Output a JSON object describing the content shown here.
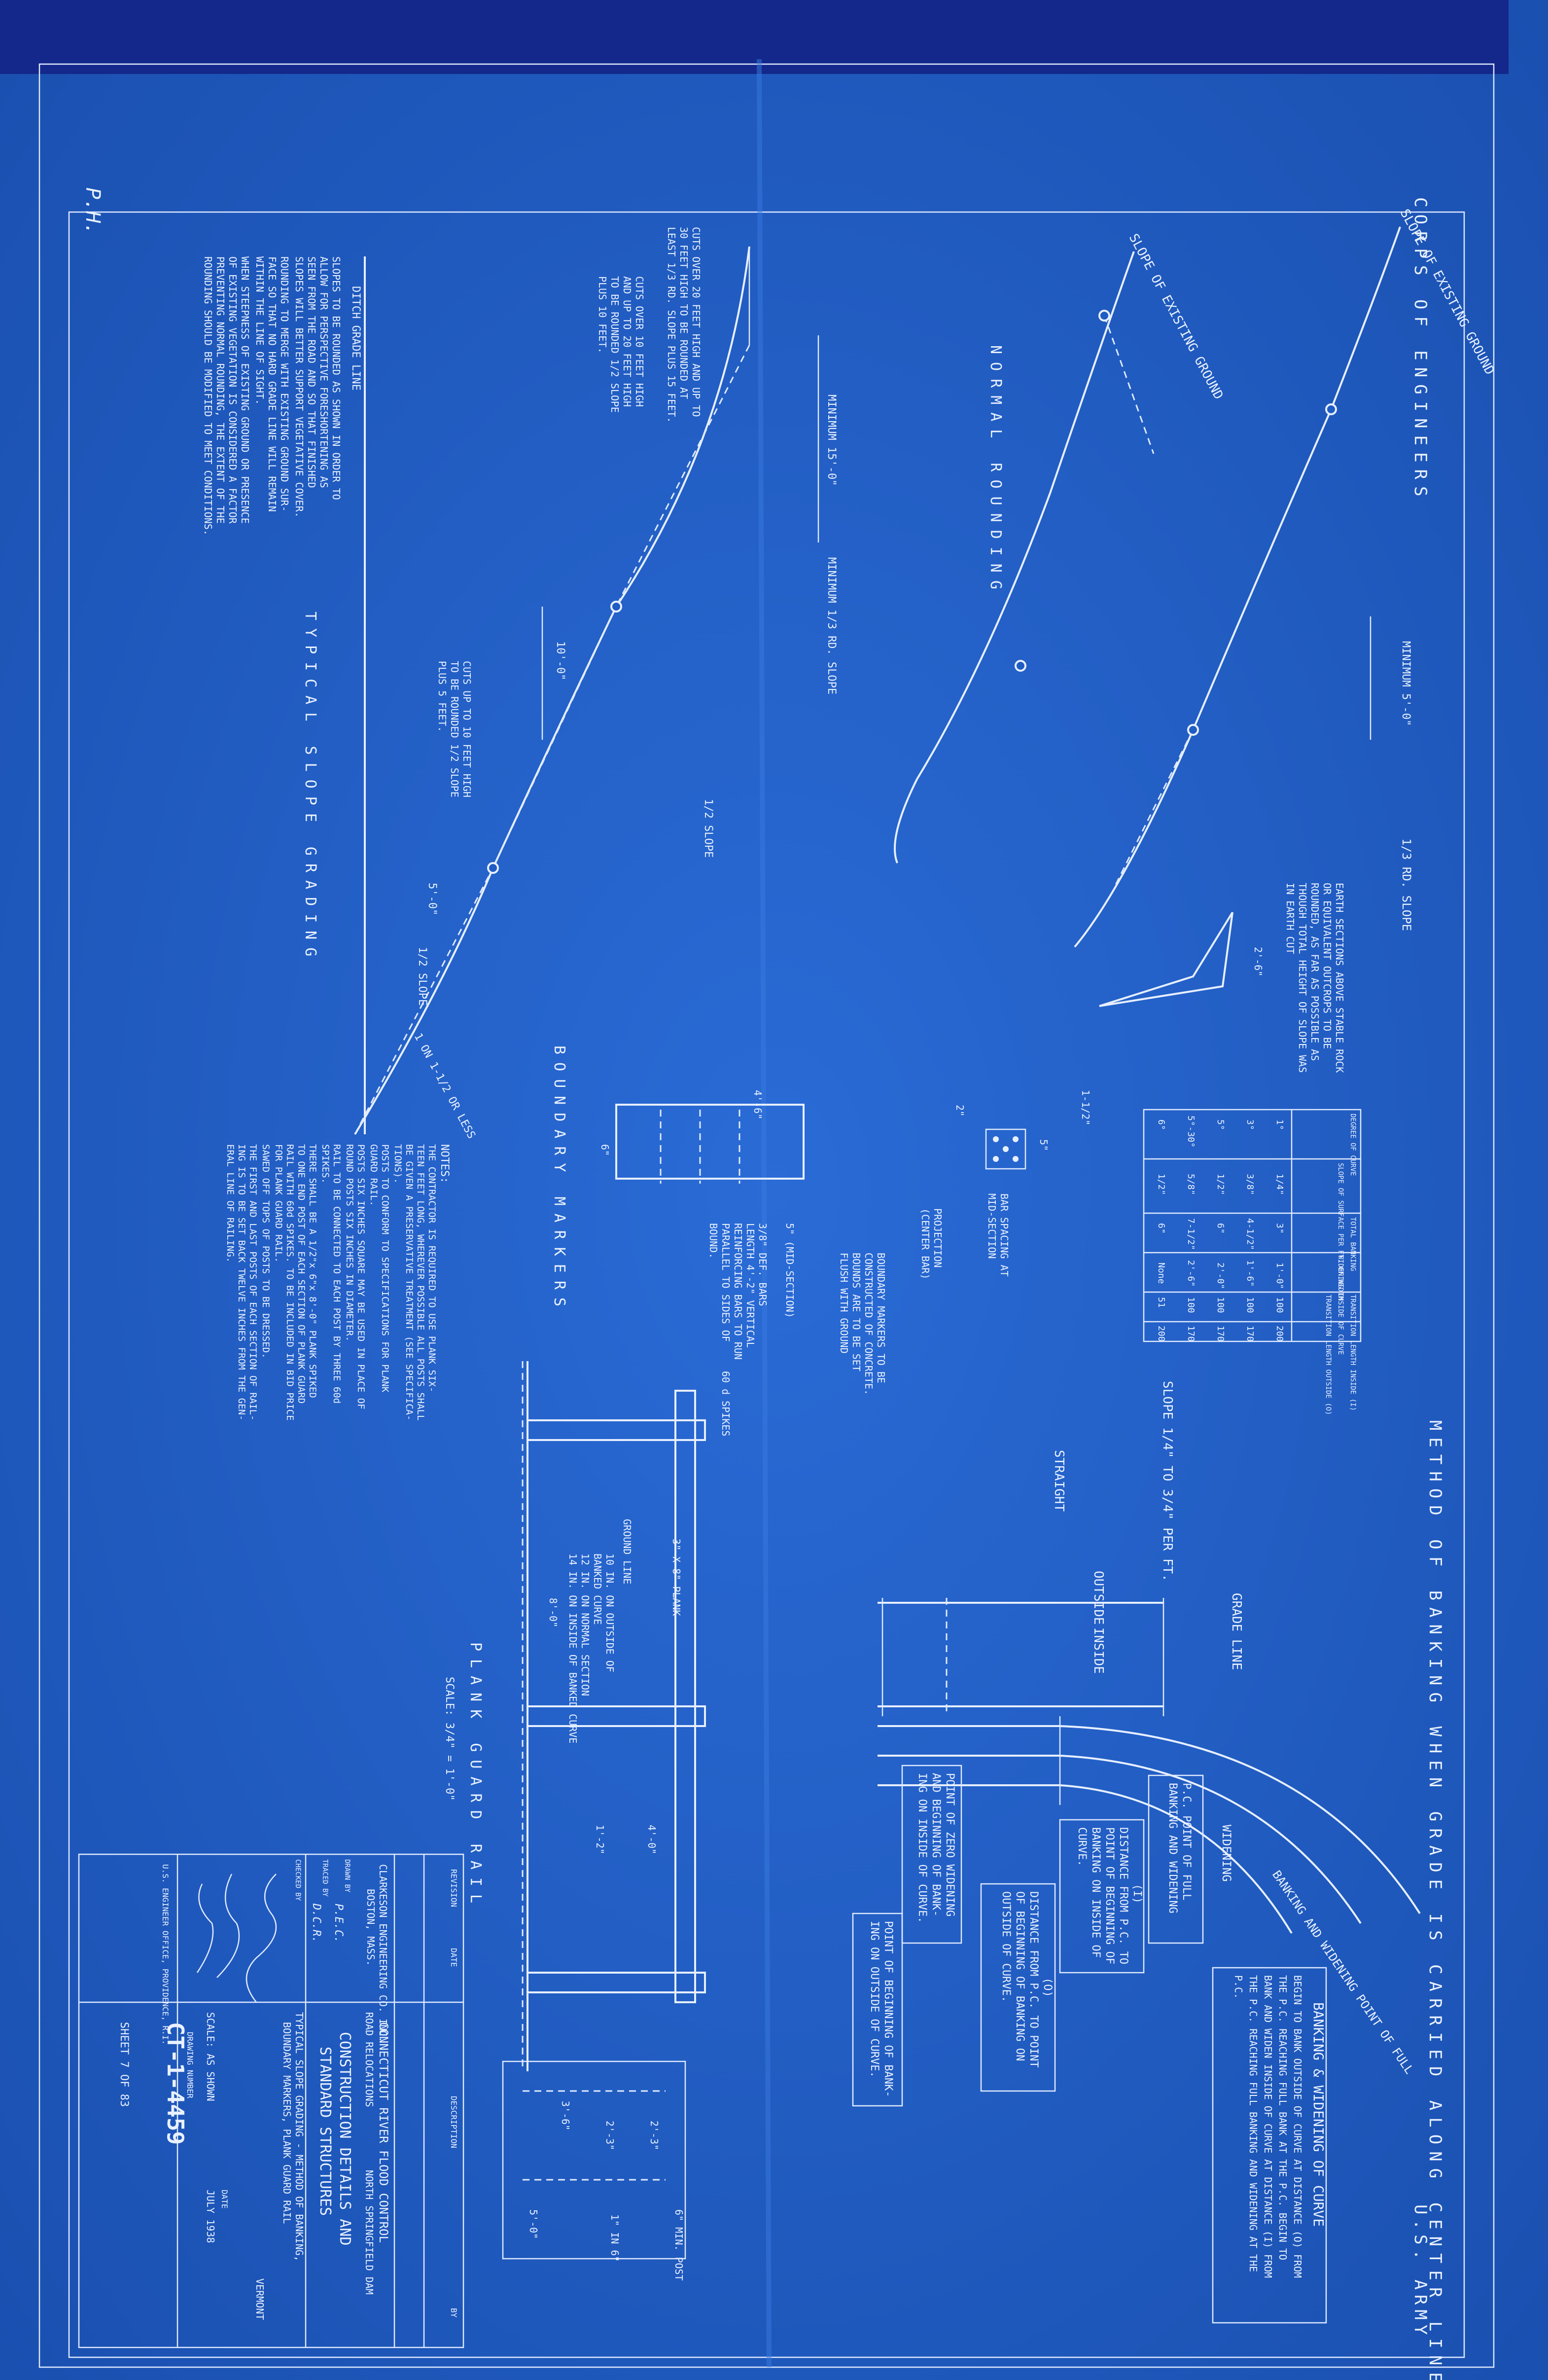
{
  "header": {
    "left": "CORPS OF ENGINEERS",
    "right": "U.S. ARMY",
    "initials": "P.H."
  },
  "banking": {
    "title": "METHOD OF BANKING WHEN GRADE IS CARRIED ALONG CENTER LINE",
    "grade_line": "GRADE LINE",
    "outside": "OUTSIDE",
    "inside": "INSIDE",
    "straight": "STRAIGHT",
    "widening": "WIDENING",
    "slope_note": "SLOPE 1/4\" TO 3/4\" PER FT.",
    "pc_full": [
      "P.C. POINT OF FULL",
      "BANKING AND WIDENING"
    ],
    "bank_widen_point": [
      "BANKING AND WIDENING POINT OF FULL"
    ],
    "dist_i": [
      "(I)",
      "DISTANCE FROM P.C. TO",
      "POINT OF BEGINNING OF",
      "BANKING ON INSIDE OF",
      "CURVE."
    ],
    "zero_widen": [
      "POINT OF ZERO WIDENING",
      "AND BEGINNING OF BANK-",
      "ING ON INSIDE OF CURVE."
    ],
    "dist_o": [
      "(O)",
      "DISTANCE FROM P.C. TO POINT",
      "OF BEGINNING OF BANKING ON",
      "OUTSIDE OF CURVE."
    ],
    "begin_outside": [
      "POINT OF BEGINNING OF BANK-",
      "ING ON OUTSIDE OF CURVE."
    ],
    "note_title": "BANKING & WIDENING OF CURVE",
    "note_lines": [
      "BEGIN TO BANK OUTSIDE OF CURVE AT DISTANCE (O) FROM",
      "THE P.C. REACHING FULL BANK AT THE P.C.  BEGIN TO",
      "BANK AND WIDEN INSIDE OF CURVE AT DISTANCE (I) FROM",
      "THE P.C. REACHING FULL BANKING AND WIDENING AT THE",
      "P.C."
    ]
  },
  "table": {
    "headers": [
      "DEGREE OF CURVE",
      "SLOPE OF SURFACE PER FT. OF WIDTH",
      "TOTAL BANKING",
      "WIDENING INSIDE OF CURVE",
      "TRANSITION LENGTH INSIDE (I)",
      "TRANSITION LENGTH OUTSIDE (O)"
    ],
    "rows": [
      [
        "1°",
        "1/4\"",
        "3\"",
        "1'-0\"",
        "100",
        "200"
      ],
      [
        "3°",
        "3/8\"",
        "4-1/2\"",
        "1'-6\"",
        "100",
        "170"
      ],
      [
        "5°",
        "1/2\"",
        "6\"",
        "2'-0\"",
        "100",
        "170"
      ],
      [
        "5°-30°",
        "5/8\"",
        "7-1/2\"",
        "2'-6\"",
        "100",
        "170"
      ],
      [
        "6°",
        "1/2\"",
        "6\"",
        "None",
        "51",
        "200"
      ]
    ]
  },
  "normal_rounding": {
    "title": "NORMAL ROUNDING",
    "slope_existing": "SLOPE OF EXISTING GROUND",
    "min_5": "MINIMUM 5'-0\"",
    "third_slope": "1/3 RD. SLOPE",
    "rock_note": [
      "EARTH SECTIONS ABOVE STABLE ROCK",
      "OR EQUIVALENT OUTCROPS TO BE",
      "ROUNDED, AS FAR AS POSSIBLE AS",
      "THOUGH TOTAL HEIGHT OF SLOPE WAS",
      "IN EARTH CUT"
    ],
    "dim_2": "2'-6\""
  },
  "typical": {
    "title": "TYPICAL SLOPE GRADING",
    "ditch": "DITCH GRADE LINE",
    "min_15": "MINIMUM 15'-0\"",
    "min_third": "MINIMUM 1/3 RD. SLOPE",
    "dim_10": "10'-0\"",
    "half_slope_a": "1/2 SLOPE",
    "half_slope_b": "1/2 SLOPE",
    "dim_5": "5'-0\"",
    "one_to_one": "1 ON 1-1/2 OR LESS",
    "cuts20": [
      "CUTS OVER 20 FEET HIGH AND UP TO",
      "30 FEET HIGH TO BE ROUNDED AT",
      "LEAST 1/3 RD. SLOPE PLUS 15 FEET."
    ],
    "cuts10": [
      "CUTS OVER 10 FEET HIGH",
      "AND UP TO 20 FEET HIGH",
      "TO BE ROUNDED 1/2 SLOPE",
      "PLUS 10 FEET."
    ],
    "cutsup": [
      "CUTS UP TO 10 FEET HIGH",
      "TO BE ROUNDED 1/2 SLOPE",
      "PLUS 5 FEET."
    ],
    "notes": [
      "SLOPES TO BE ROUNDED AS SHOWN IN ORDER TO",
      "ALLOW FOR PERSPECTIVE FORESHORTENING AS",
      "SEEN FROM THE ROAD AND SO THAT FINISHED",
      "SLOPES WILL BETTER SUPPORT VEGETATIVE COVER.",
      "ROUNDING TO MERGE WITH EXISTING GROUND SUR-",
      "FACE SO THAT NO HARD GRADE LINE WILL REMAIN",
      "WITHIN THE LINE OF SIGHT.",
      "WHEN STEEPNESS OF EXISTING GROUND OR PRESENCE",
      "OF EXISTING VEGETATION IS CONSIDERED A FACTOR",
      "PREVENTING NORMAL ROUNDING, THE EXTENT OF THE",
      "ROUNDING SHOULD BE MODIFIED TO MEET CONDITIONS."
    ]
  },
  "boundary": {
    "title": "BOUNDARY MARKERS",
    "bar_spacing": [
      "BAR SPACING AT",
      "MID-SECTION"
    ],
    "projection": [
      "PROJECTION",
      "(CENTER BAR)"
    ],
    "bounds": [
      "BOUNDARY MARKERS TO BE",
      "CONSTRUCTED OF CONCRETE.",
      "BOUNDS ARE TO BE SET",
      "FLUSH WITH GROUND"
    ],
    "bars": [
      "3/8\" DEF. BARS",
      "LENGTH 4'-2\" VERTICAL",
      "REINFORCING BARS TO RUN",
      "PARALLEL TO SIDES OF",
      "BOUND."
    ],
    "mid": "5\" (MID-SECTION)",
    "d1": "4'-6\"",
    "d2": "6\"",
    "d3": "5\"",
    "d4": "1-1/2\"",
    "d5": "2\""
  },
  "guardrail": {
    "title": "PLANK GUARD RAIL",
    "scale": "SCALE: 3/4\" = 1'-0\"",
    "spikes": "60 d SPIKES",
    "ground": "GROUND LINE",
    "plank": "3\" X 8\" PLANK",
    "heights": [
      "10 IN. ON OUTSIDE OF",
      "BANKED CURVE",
      "12 IN. ON NORMAL SECTION",
      "14 IN. ON INSIDE OF BANKED CURVE"
    ],
    "dim_8": "8'-0\"",
    "dim_3": "3'-6\"",
    "dim_1": "1'-2\"",
    "dim_4": "4'-0\"",
    "dim_5": "5'-0\"",
    "dim_2a": "2'-3\"",
    "dim_2b": "2'-3\"",
    "min_post": "6\" MIN. POST",
    "one_in_6": "1\" IN 6\"",
    "notes_title": "NOTES:",
    "notes": [
      "THE CONTRACTOR IS REQUIRED TO USE PLANK SIX-",
      "TEEN FEET LONG, WHEREVER POSSIBLE ALL POSTS SHALL",
      "BE GIVEN A PRESERVATIVE TREATMENT (SEE SPECIFICA-",
      "TIONS).",
      "POSTS TO CONFORM TO SPECIFICATIONS FOR PLANK",
      "GUARD RAIL.",
      "POSTS SIX INCHES SQUARE MAY BE USED IN PLACE OF",
      "ROUND POSTS SIX INCHES IN DIAMETER.",
      "RAIL TO BE CONNECTED TO EACH POST BY THREE 60d",
      "SPIKES.",
      "THERE SHALL BE A 1/2\"x 6\"x 8'-0\" PLANK SPIKED",
      "TO ONE END POST OF EACH SECTION OF PLANK GUARD",
      "RAIL WITH 60d SPIKES. TO BE INCLUDED IN BID PRICE",
      "FOR PLANK GUARD RAIL.",
      "SAWED OFF TOPS OF POSTS TO BE DRESSED.",
      "THE FIRST AND LAST POSTS OF EACH SECTION OF RAIL-",
      "ING IS TO BE SET BACK TWELVE INCHES FROM THE GEN-",
      "ERAL LINE OF RAILING."
    ]
  },
  "titleblock": {
    "revision": "REVISION",
    "date": "DATE",
    "description": "DESCRIPTION",
    "by": "BY",
    "firm": "CLARKESON ENGINEERING CO. INC.",
    "firm_city": "BOSTON, MASS.",
    "project": [
      "CONNECTICUT RIVER FLOOD CONTROL",
      "NORTH SPRINGFIELD DAM"
    ],
    "road": "ROAD RELOCATIONS",
    "heading": [
      "CONSTRUCTION DETAILS AND",
      "STANDARD STRUCTURES"
    ],
    "subtitle": [
      "TYPICAL SLOPE GRADING - METHOD OF BANKING,",
      "BOUNDARY MARKERS, PLANK GUARD RAIL"
    ],
    "drawn": "DRAWN BY",
    "traced": "TRACED BY",
    "checked": "CHECKED BY",
    "drawn_v": "P.E.C.",
    "traced_v": "D.C.R.",
    "scale": "SCALE:  AS SHOWN",
    "date_label": "DATE",
    "date_v": "JULY 1938",
    "state": "VERMONT",
    "office": "U.S. ENGINEER OFFICE, PROVIDENCE, R.I.",
    "drawing_number_label": "DRAWING NUMBER",
    "drawing_number": "CT-1-4459",
    "sheet": "SHEET 7 OF 83"
  }
}
